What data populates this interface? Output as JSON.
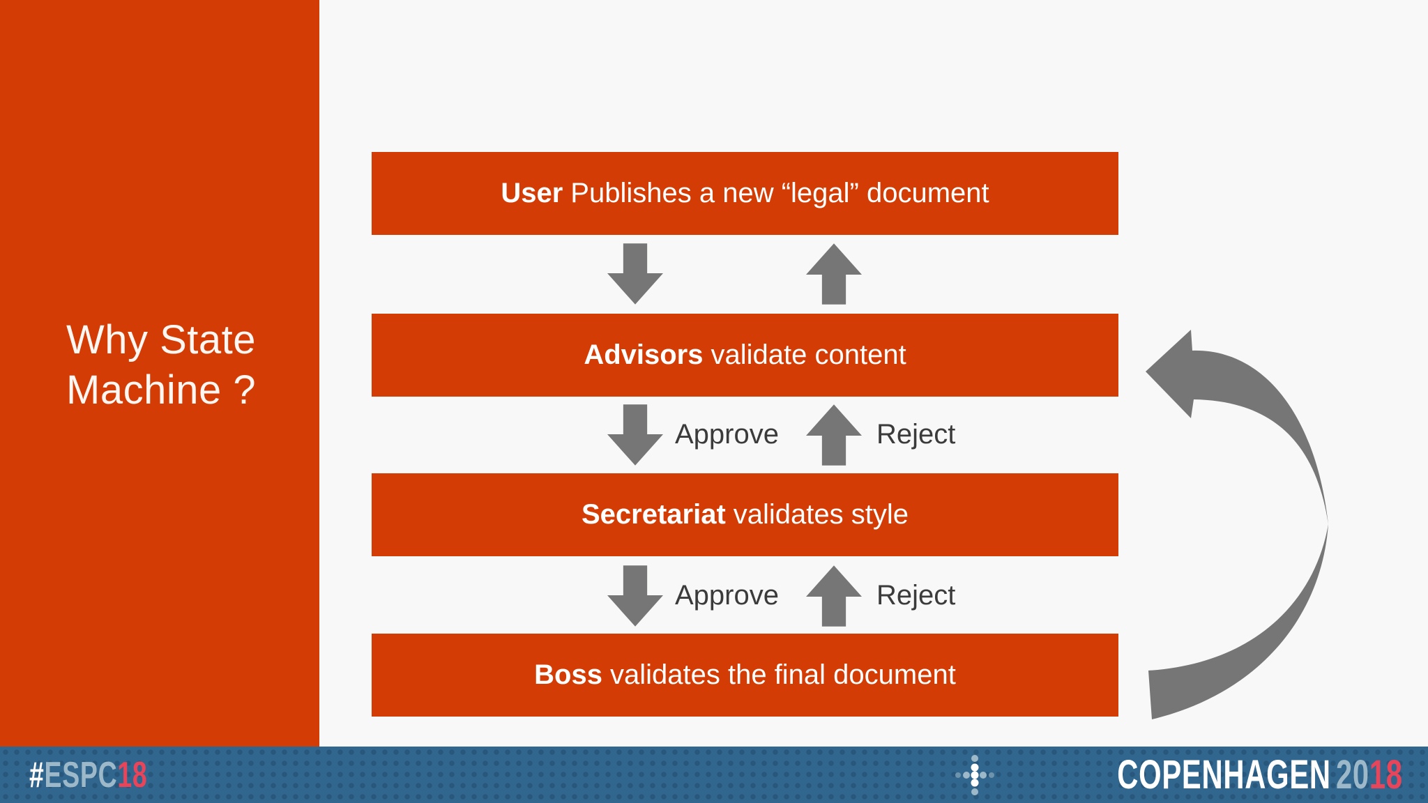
{
  "sidebar": {
    "title_line1": "Why State",
    "title_line2": "Machine ?"
  },
  "flow": {
    "boxes": [
      {
        "lead": "User",
        "rest": "Publishes a new “legal” document"
      },
      {
        "lead": "Advisors",
        "rest": "validate content"
      },
      {
        "lead": "Secretariat",
        "rest": "validates style"
      },
      {
        "lead": "Boss",
        "rest": "validates the final document"
      }
    ],
    "connectors": [
      {
        "down_label": "",
        "up_label": ""
      },
      {
        "down_label": "Approve",
        "up_label": "Reject"
      },
      {
        "down_label": "Approve",
        "up_label": "Reject"
      }
    ]
  },
  "footer": {
    "hashtag_hash": "#",
    "hashtag_name": "ESPC",
    "hashtag_year": "18",
    "city": "COPENHAGEN",
    "year_prefix": "20",
    "year_suffix": "18"
  },
  "colors": {
    "accent_orange": "#D33D05",
    "arrow_gray": "#767676",
    "background": "#F7F8F7",
    "footer_blue": "#31678F",
    "footer_pale_blue": "#9DB9C9",
    "footer_red": "#E8445A",
    "label_dark": "#3B3B3B",
    "text_white": "#FFFFFF"
  }
}
